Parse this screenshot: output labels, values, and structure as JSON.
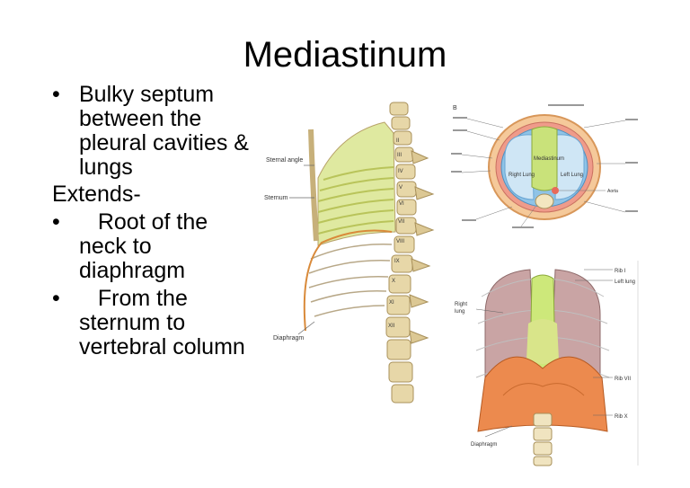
{
  "slide": {
    "title": "Mediastinum",
    "bullets": [
      {
        "marker": "•",
        "text": "Bulky septum between the pleural cavities & lungs"
      },
      {
        "marker": "",
        "text": "Extends-"
      },
      {
        "marker": "•",
        "text": "   Root of the neck to diaphragm"
      },
      {
        "marker": "•",
        "text": "   From the sternum to vertebral column"
      }
    ]
  },
  "figures": {
    "lateral": {
      "labels": {
        "sternal_angle": "Sternal angle",
        "sternum": "Sternum",
        "diaphragm": "Diaphragm",
        "vertebrae": [
          "II",
          "III",
          "IV",
          "V",
          "VI",
          "VII",
          "VIII",
          "IX",
          "X",
          "XI",
          "XII"
        ]
      }
    },
    "cross_section": {
      "labels": {
        "panel_tag": "B",
        "mediastinum": "Mediastinum",
        "right_lung": "Right Lung",
        "left_lung": "Left Lung",
        "aorta": "Aorta"
      }
    },
    "frontal": {
      "labels": {
        "rib_i": "Rib I",
        "left_lung": "Left lung",
        "right_lung_1": "Right",
        "right_lung_2": "lung",
        "rib_vii": "Rib VII",
        "rib_x": "Rib X",
        "diaphragm": "Diaphragm"
      }
    }
  }
}
